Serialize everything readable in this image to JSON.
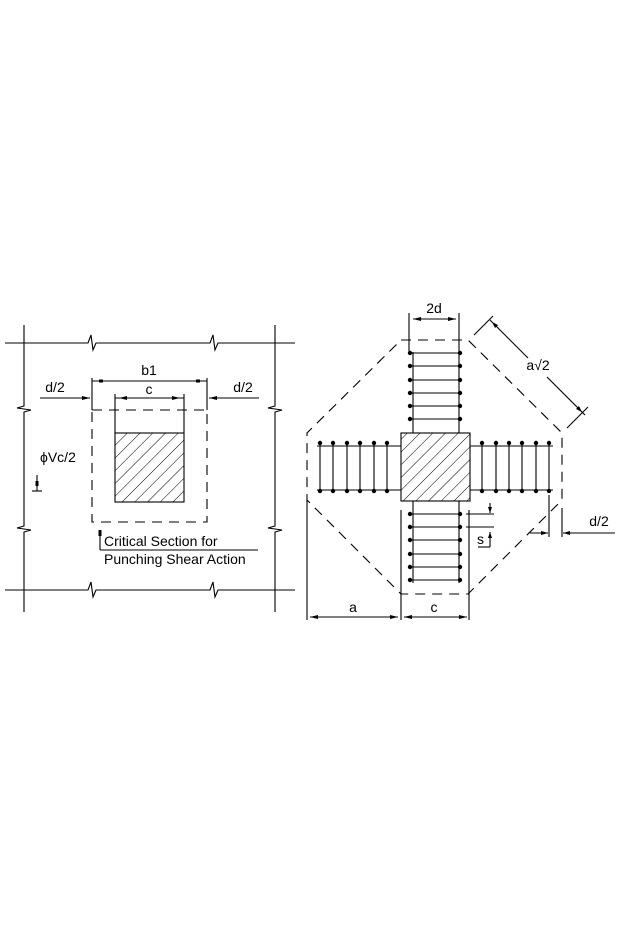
{
  "left_figure": {
    "title": "Punching shear critical section (square column)",
    "labels": {
      "b1": "b1",
      "c": "c",
      "d2_left": "d/2",
      "d2_right": "d/2",
      "shear": "ϕVc/2",
      "critical_line1": "Critical Section for",
      "critical_line2": "Punching Shear Action"
    }
  },
  "right_figure": {
    "title": "Shear reinforcement (stirrup cross) with octagonal critical section",
    "labels": {
      "two_d": "2d",
      "a_root2": "a√2",
      "d2": "d/2",
      "s": "s",
      "a": "a",
      "c": "c"
    },
    "stirrups_per_arm": 6
  },
  "colors": {
    "line": "#000000",
    "background": "#ffffff"
  }
}
